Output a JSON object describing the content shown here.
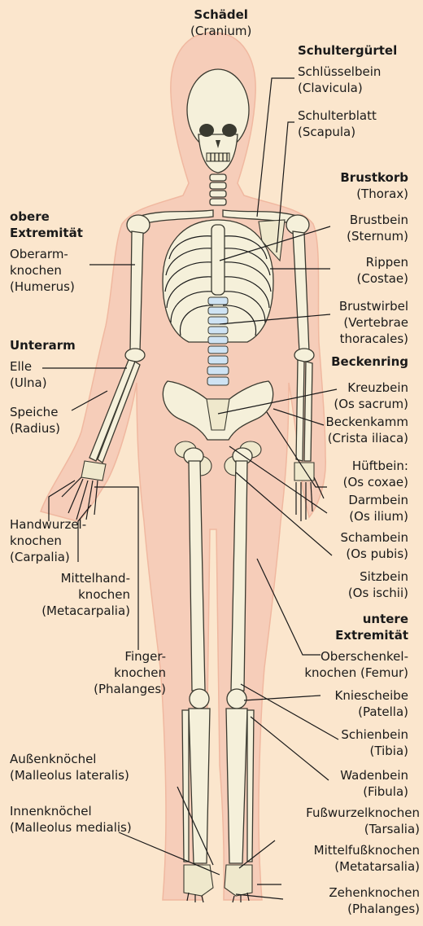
{
  "colors": {
    "background": "#fbe6cd",
    "body_outline": "#f5c9b4",
    "bone": "#f5f0da",
    "disc": "#cfe3f3",
    "line": "#1a1a1a"
  },
  "labels": {
    "cranium": {
      "heading": "Schädel",
      "latin": "(Cranium)"
    },
    "shoulder_girdle": {
      "heading": "Schultergürtel"
    },
    "clavicle": {
      "line1": "Schlüsselbein",
      "line2": "(Clavicula)"
    },
    "scapula": {
      "line1": "Schulterblatt",
      "line2": "(Scapula)"
    },
    "thorax": {
      "heading": "Brustkorb",
      "latin": "(Thorax)"
    },
    "sternum": {
      "line1": "Brustbein",
      "line2": "(Sternum)"
    },
    "ribs": {
      "line1": "Rippen",
      "line2": "(Costae)"
    },
    "thoracic_vertebrae": {
      "line1": "Brustwirbel",
      "line2": "(Vertebrae",
      "line3": "thoracales)"
    },
    "upper_extremity": {
      "line1": "obere",
      "line2": "Extremität"
    },
    "humerus": {
      "line1": "Oberarm-",
      "line2": "knochen",
      "line3": "(Humerus)"
    },
    "forearm": {
      "heading": "Unterarm"
    },
    "ulna": {
      "line1": "Elle",
      "line2": "(Ulna)"
    },
    "radius": {
      "line1": "Speiche",
      "line2": "(Radius)"
    },
    "pelvic_girdle": {
      "heading": "Beckenring"
    },
    "sacrum": {
      "line1": "Kreuzbein",
      "line2": "(Os sacrum)"
    },
    "iliac_crest": {
      "line1": "Beckenkamm",
      "line2": "(Crista iliaca)"
    },
    "hip_bone": {
      "line1": "Hüftbein:",
      "line2": "(Os coxae)"
    },
    "ilium": {
      "line1": "Darmbein",
      "line2": "(Os ilium)"
    },
    "pubis": {
      "line1": "Schambein",
      "line2": "(Os pubis)"
    },
    "ischium": {
      "line1": "Sitzbein",
      "line2": "(Os ischii)"
    },
    "carpals": {
      "line1": "Handwurzel-",
      "line2": "knochen",
      "line3": "(Carpalia)"
    },
    "metacarpals": {
      "line1": "Mittelhand-",
      "line2": "knochen",
      "line3": "(Metacarpalia)"
    },
    "finger_bones": {
      "line1": "Finger-",
      "line2": "knochen",
      "line3": "(Phalanges)"
    },
    "lower_extremity": {
      "line1": "untere",
      "line2": "Extremität"
    },
    "femur": {
      "line1": "Oberschenkel-",
      "line2": "knochen (Femur)"
    },
    "patella": {
      "line1": "Kniescheibe",
      "line2": "(Patella)"
    },
    "tibia": {
      "line1": "Schienbein",
      "line2": "(Tibia)"
    },
    "fibula": {
      "line1": "Wadenbein",
      "line2": "(Fibula)"
    },
    "lateral_malleolus": {
      "line1": "Außenknöchel",
      "line2": "(Malleolus lateralis)"
    },
    "medial_malleolus": {
      "line1": "Innenknöchel",
      "line2": "(Malleolus medialis)"
    },
    "tarsals": {
      "line1": "Fußwurzelknochen",
      "line2": "(Tarsalia)"
    },
    "metatarsals": {
      "line1": "Mittelfußknochen",
      "line2": "(Metatarsalia)"
    },
    "toe_bones": {
      "line1": "Zehenknochen",
      "line2": "(Phalanges)"
    }
  }
}
